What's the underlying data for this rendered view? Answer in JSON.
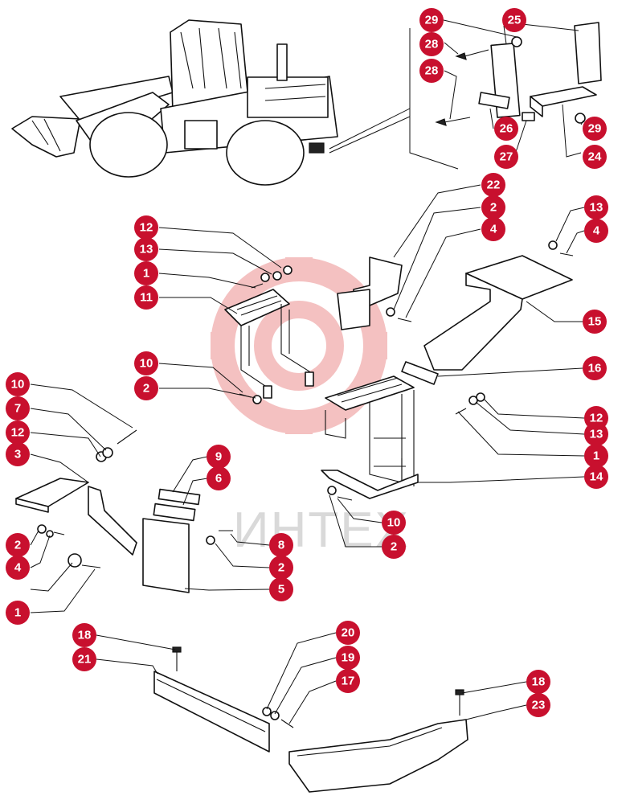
{
  "watermark": {
    "text": "ИНТЕХ",
    "color": "#e8a0a0"
  },
  "callout_color": "#c8102e",
  "callouts": [
    {
      "id": "c29a",
      "label": "29"
    },
    {
      "id": "c25",
      "label": "25"
    },
    {
      "id": "c28a",
      "label": "28"
    },
    {
      "id": "c28b",
      "label": "28"
    },
    {
      "id": "c26",
      "label": "26"
    },
    {
      "id": "c29b",
      "label": "29"
    },
    {
      "id": "c27",
      "label": "27"
    },
    {
      "id": "c24",
      "label": "24"
    },
    {
      "id": "c22",
      "label": "22"
    },
    {
      "id": "c2a",
      "label": "2"
    },
    {
      "id": "c4a",
      "label": "4"
    },
    {
      "id": "c13a",
      "label": "13"
    },
    {
      "id": "c4b",
      "label": "4"
    },
    {
      "id": "c12a",
      "label": "12"
    },
    {
      "id": "c13b",
      "label": "13"
    },
    {
      "id": "c1a",
      "label": "1"
    },
    {
      "id": "c11",
      "label": "11"
    },
    {
      "id": "c15",
      "label": "15"
    },
    {
      "id": "c16",
      "label": "16"
    },
    {
      "id": "c10a",
      "label": "10"
    },
    {
      "id": "c2b",
      "label": "2"
    },
    {
      "id": "c12b",
      "label": "12"
    },
    {
      "id": "c13c",
      "label": "13"
    },
    {
      "id": "c1b",
      "label": "1"
    },
    {
      "id": "c14",
      "label": "14"
    },
    {
      "id": "c10b",
      "label": "10"
    },
    {
      "id": "c7",
      "label": "7"
    },
    {
      "id": "c12c",
      "label": "12"
    },
    {
      "id": "c3",
      "label": "3"
    },
    {
      "id": "c9",
      "label": "9"
    },
    {
      "id": "c6",
      "label": "6"
    },
    {
      "id": "c10c",
      "label": "10"
    },
    {
      "id": "c2c",
      "label": "2"
    },
    {
      "id": "c8",
      "label": "8"
    },
    {
      "id": "c2d",
      "label": "2"
    },
    {
      "id": "c4c",
      "label": "4"
    },
    {
      "id": "c2e",
      "label": "2"
    },
    {
      "id": "c5",
      "label": "5"
    },
    {
      "id": "c1c",
      "label": "1"
    },
    {
      "id": "c18a",
      "label": "18"
    },
    {
      "id": "c21",
      "label": "21"
    },
    {
      "id": "c20",
      "label": "20"
    },
    {
      "id": "c19",
      "label": "19"
    },
    {
      "id": "c17",
      "label": "17"
    },
    {
      "id": "c18b",
      "label": "18"
    },
    {
      "id": "c23",
      "label": "23"
    }
  ]
}
